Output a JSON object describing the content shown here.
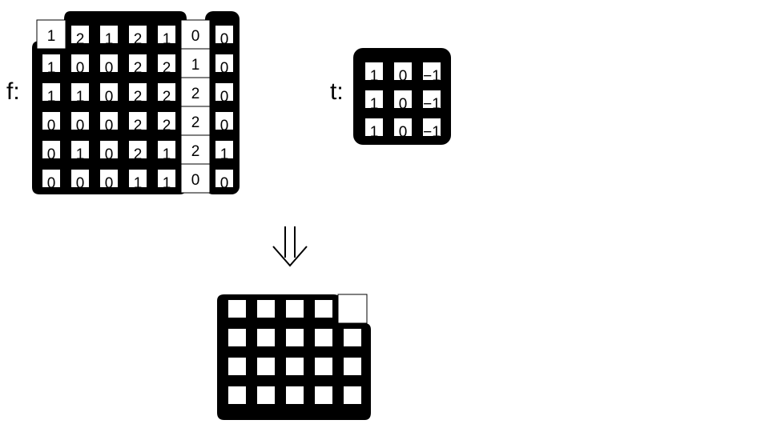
{
  "f": {
    "label": "f:",
    "values": [
      [
        "1",
        "2",
        "1",
        "2",
        "1",
        "0",
        "0"
      ],
      [
        "1",
        "0",
        "0",
        "2",
        "2",
        "1",
        "0"
      ],
      [
        "1",
        "1",
        "0",
        "2",
        "2",
        "2",
        "0"
      ],
      [
        "0",
        "0",
        "0",
        "2",
        "2",
        "2",
        "0"
      ],
      [
        "0",
        "1",
        "0",
        "2",
        "1",
        "2",
        "1"
      ],
      [
        "0",
        "0",
        "0",
        "1",
        "1",
        "0",
        "0"
      ]
    ],
    "masked": [
      [
        0,
        1,
        1,
        1,
        1,
        0,
        1
      ],
      [
        1,
        1,
        1,
        1,
        1,
        0,
        1
      ],
      [
        1,
        1,
        1,
        1,
        1,
        0,
        1
      ],
      [
        1,
        1,
        1,
        1,
        1,
        0,
        1
      ],
      [
        1,
        1,
        1,
        1,
        1,
        0,
        1
      ],
      [
        1,
        1,
        1,
        1,
        1,
        0,
        1
      ]
    ]
  },
  "t": {
    "label": "t:",
    "values": [
      [
        "1",
        "0",
        "-1"
      ],
      [
        "1",
        "0",
        "-1"
      ],
      [
        "1",
        "0",
        "-1"
      ]
    ]
  },
  "result": {
    "rows": 4,
    "cols": 5,
    "masked": [
      [
        1,
        1,
        1,
        1,
        0
      ],
      [
        1,
        1,
        1,
        1,
        1
      ],
      [
        1,
        1,
        1,
        1,
        1
      ],
      [
        1,
        1,
        1,
        1,
        1
      ]
    ]
  },
  "arrow": "double-down-arrow"
}
